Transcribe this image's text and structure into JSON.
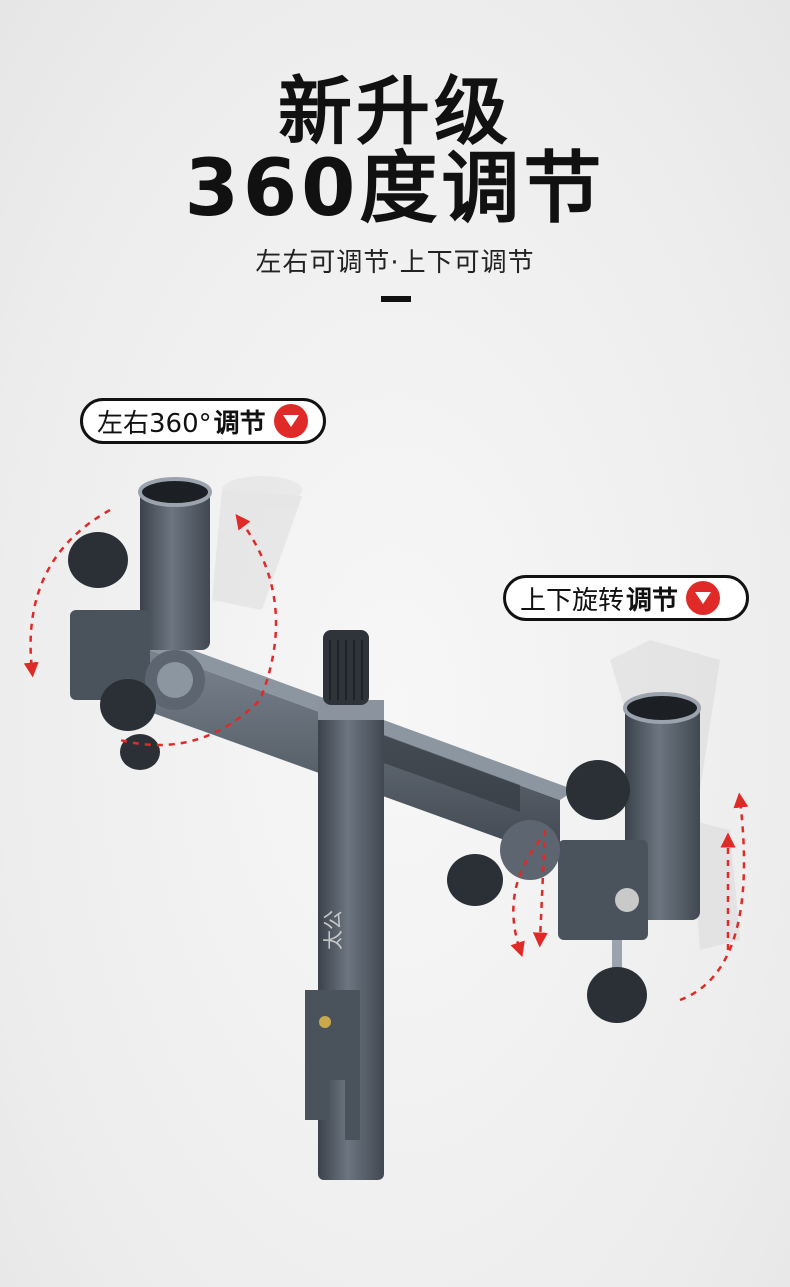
{
  "headline": {
    "line1": "新升级",
    "line2": "360度调节",
    "subtitle": "左右可调节·上下可调节"
  },
  "callouts": {
    "left": {
      "light": "左右360°",
      "bold": "调节",
      "icon": "down-triangle-icon"
    },
    "right": {
      "light": "上下旋转",
      "bold": "调节",
      "icon": "down-triangle-icon"
    }
  },
  "product": {
    "name": "adjustable-bracket",
    "engraving": "太公",
    "colors": {
      "metal": "#5b6470",
      "metal_dark": "#3b424b",
      "metal_light": "#8a939e",
      "arrow": "#e02a27"
    }
  }
}
